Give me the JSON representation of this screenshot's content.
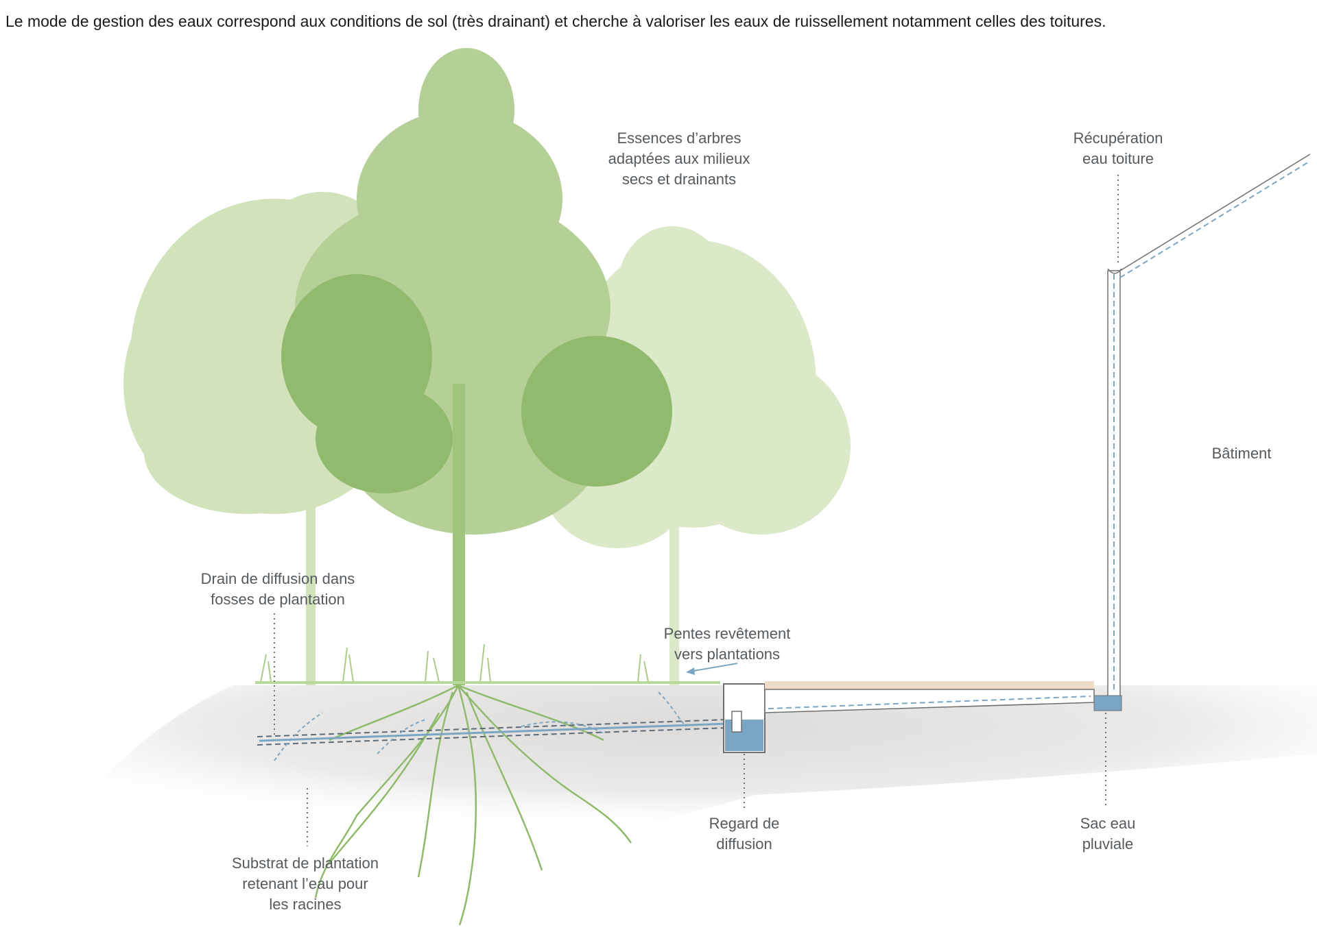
{
  "intro": "Le mode de gestion des eaux correspond aux conditions de sol (très drainant) et cherche à valoriser les eaux de ruissellement notamment celles des toitures.",
  "labels": {
    "trees": [
      "Essences d’arbres",
      "adaptées aux milieux",
      "secs et drainants"
    ],
    "roof": [
      "Récupération",
      "eau toiture"
    ],
    "building": [
      "Bâtiment"
    ],
    "drain": [
      "Drain de diffusion dans",
      "fosses de plantation"
    ],
    "slopes": [
      "Pentes revêtement",
      "vers plantations"
    ],
    "manhole": [
      "Regard de",
      "diffusion"
    ],
    "bag": [
      "Sac eau",
      "pluviale"
    ],
    "substrate": [
      "Substrat de plantation",
      "retenant l’eau pour",
      "les racines"
    ]
  },
  "colors": {
    "tree_light": "#cfe0b6",
    "tree_mid": "#b3cf92",
    "tree_dark": "#8fb86c",
    "water": "#7aa6c4",
    "soil": "#e6e5e3",
    "paving": "#eddcc8",
    "roots": "#8fba6c",
    "leader": "#6e6e6e"
  }
}
